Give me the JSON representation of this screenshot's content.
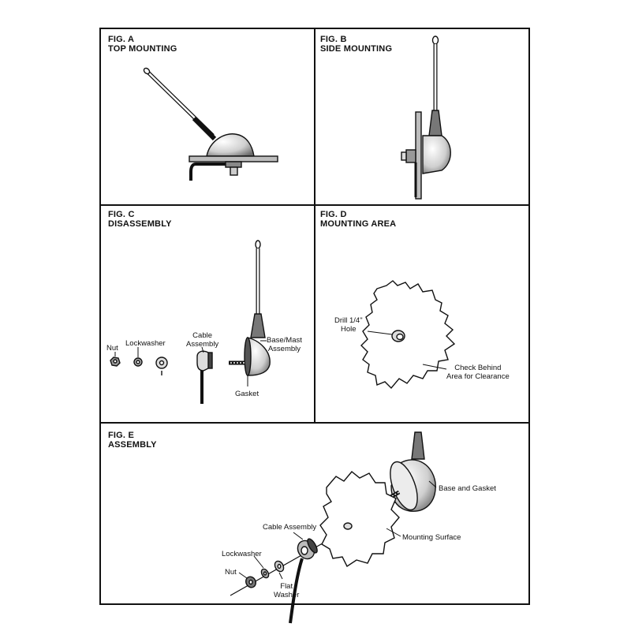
{
  "figures": {
    "a": {
      "id": "FIG. A",
      "title": "TOP MOUNTING"
    },
    "b": {
      "id": "FIG. B",
      "title": "SIDE MOUNTING"
    },
    "c": {
      "id": "FIG. C",
      "title": "DISASSEMBLY",
      "labels": {
        "nut": "Nut",
        "lockwasher": "Lockwasher",
        "cable1": "Cable",
        "cable2": "Assembly",
        "base1": "Base/Mast",
        "base2": "Assembly",
        "gasket": "Gasket"
      }
    },
    "d": {
      "id": "FIG. D",
      "title": "MOUNTING AREA",
      "labels": {
        "drill1": "Drill 1/4\"",
        "drill2": "Hole",
        "check1": "Check Behind",
        "check2": "Area for Clearance"
      }
    },
    "e": {
      "id": "FIG. E",
      "title": "ASSEMBLY",
      "labels": {
        "base": "Base and Gasket",
        "cable": "Cable Assembly",
        "surface": "Mounting Surface",
        "lockwasher": "Lockwasher",
        "nut": "Nut",
        "flat1": "Flat",
        "flat2": "Washer"
      }
    }
  }
}
